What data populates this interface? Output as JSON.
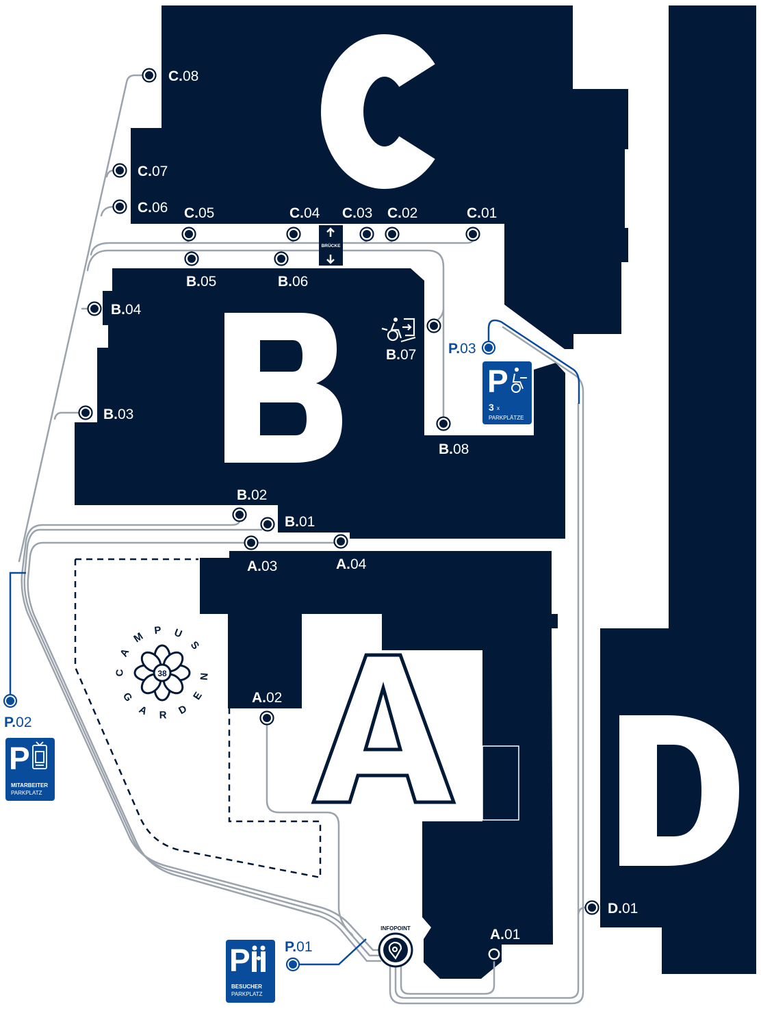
{
  "colors": {
    "navy": "#021a38",
    "blue": "#0a4c9c",
    "path_gray": "#9ba3ad",
    "white": "#ffffff"
  },
  "buildings": {
    "c": "C",
    "b": "B",
    "a": "A",
    "d": "D"
  },
  "markers": [
    {
      "id": "c08",
      "bld": "C.",
      "num": "08"
    },
    {
      "id": "c07",
      "bld": "C.",
      "num": "07"
    },
    {
      "id": "c06",
      "bld": "C.",
      "num": "06"
    },
    {
      "id": "c05",
      "bld": "C.",
      "num": "05"
    },
    {
      "id": "c04",
      "bld": "C.",
      "num": "04"
    },
    {
      "id": "c03",
      "bld": "C.",
      "num": "03"
    },
    {
      "id": "c02",
      "bld": "C.",
      "num": "02"
    },
    {
      "id": "c01",
      "bld": "C.",
      "num": "01"
    },
    {
      "id": "b05",
      "bld": "B.",
      "num": "05"
    },
    {
      "id": "b06",
      "bld": "B.",
      "num": "06"
    },
    {
      "id": "b04",
      "bld": "B.",
      "num": "04"
    },
    {
      "id": "b07",
      "bld": "B.",
      "num": "07"
    },
    {
      "id": "b03",
      "bld": "B.",
      "num": "03"
    },
    {
      "id": "b08",
      "bld": "B.",
      "num": "08"
    },
    {
      "id": "b02",
      "bld": "B.",
      "num": "02"
    },
    {
      "id": "b01",
      "bld": "B.",
      "num": "01"
    },
    {
      "id": "a03",
      "bld": "A.",
      "num": "03"
    },
    {
      "id": "a04",
      "bld": "A.",
      "num": "04"
    },
    {
      "id": "a02",
      "bld": "A.",
      "num": "02"
    },
    {
      "id": "a01",
      "bld": "A.",
      "num": "01"
    },
    {
      "id": "d01",
      "bld": "D.",
      "num": "01"
    },
    {
      "id": "p03",
      "bld": "P.",
      "num": "03",
      "parking": true
    },
    {
      "id": "p02",
      "bld": "P.",
      "num": "02",
      "parking": true
    },
    {
      "id": "p01",
      "bld": "P.",
      "num": "01",
      "parking": true
    }
  ],
  "bridge": {
    "label": "BRÜCKE"
  },
  "signs": {
    "accessible": {
      "letter": "P",
      "count": "3",
      "count_suffix": "x",
      "label": "PARKPLÄTZE"
    },
    "staff": {
      "letter": "P",
      "line1": "MITARBEITER",
      "line2": "PARKPLATZ"
    },
    "visitor": {
      "letter": "P",
      "line1": "BESUCHER",
      "line2": "PARKPLATZ"
    }
  },
  "infopoint": {
    "label": "INFOPOINT"
  },
  "garden_logo": {
    "text_top": "CAMPUS",
    "text_bottom": "GARDEN",
    "number": "38"
  }
}
